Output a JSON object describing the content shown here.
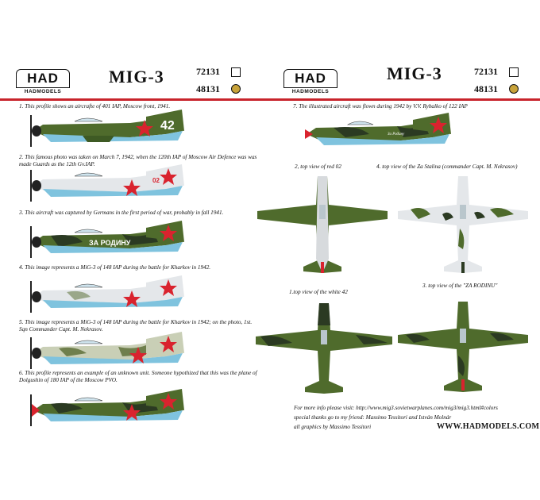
{
  "left": {
    "logo_mark": "HAD",
    "logo_sub": "HADMODELS",
    "title": "MIG-3",
    "scale_codes": [
      {
        "code": "72131",
        "selected": false
      },
      {
        "code": "48131",
        "selected": true
      }
    ],
    "profiles": [
      {
        "caption": "1. This profile shows an aircrafte of 401 IAP, Moscow front, 1941.",
        "marking": "42"
      },
      {
        "caption": "2. This famous photo was taken on March 7, 1942, when the 120th IAP of Moscow Air Defence was was made Guards as the 12th Gv.IAP.",
        "marking": "02"
      },
      {
        "caption": "3. This aircraft was captured by Germans in the first period of war, probably in fall 1941.",
        "marking": "ЗА РОДИНУ"
      },
      {
        "caption": "4. This image represents a MiG-3 of 148 IAP during the battle for Kharkov in 1942.",
        "marking": ""
      },
      {
        "caption": "5. This image represents a MiG-3 of 148 IAP during the battle for Kharkov in 1942; on the photo, 1st. Sqn Commander Capt. M. Nekrasov.",
        "marking": ""
      },
      {
        "caption": "6. This profile represents an example of an unknown unit. Someone hypothized that this was the plane of Dolgushin of 180 IAP of the Moscow PVO.",
        "marking": ""
      }
    ]
  },
  "right": {
    "logo_mark": "HAD",
    "logo_sub": "HADMODELS",
    "title": "MIG-3",
    "scale_codes": [
      {
        "code": "72131",
        "selected": false
      },
      {
        "code": "48131",
        "selected": true
      }
    ],
    "profile7_caption": "7. The illustrated aircraft was flown during 1942 by V.V. Rybalko of 122 IAP",
    "profile7_marking": "За Родину",
    "top_views": [
      {
        "caption": "2, top view of red 02"
      },
      {
        "caption": "4. top view of the Za Stalina (commander Capt. M. Nekrasov)"
      },
      {
        "caption": "1.top view of the white 42"
      },
      {
        "caption": "3. top view of the \"ZA RODINU\""
      }
    ],
    "footer_lines": [
      "For more info please visit: http://www.mig3.sovietwarplanes.com/mig3/mig3.html#colors",
      "special thanks go to my friend: Massimo Tessitori and István Molnár",
      "all graphics by Massimo Tessitori"
    ],
    "website": "WWW.HADMODELS.COM"
  },
  "colors": {
    "accent_red": "#c8242b",
    "camo_green": "#4f6b2c",
    "camo_dark": "#2b3a22",
    "belly_blue": "#7fc3de",
    "star_red": "#d9232e",
    "winter_white": "#e4e7ea"
  }
}
